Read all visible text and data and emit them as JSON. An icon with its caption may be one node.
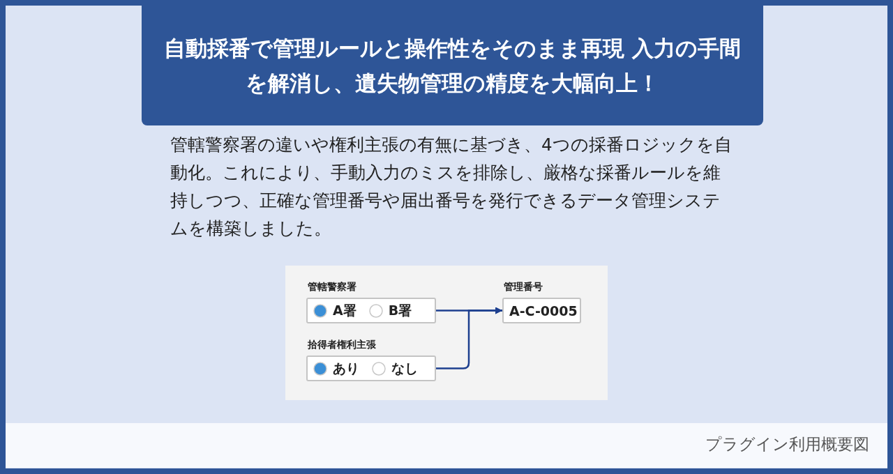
{
  "diagram": {
    "title": "自動採番で管理ルールと操作性をそのまま再現 入力の手間を解消し、遺失物管理の精度を大幅向上！",
    "caption": "プラグイン利用概要図",
    "nodes": [
      {
        "text": [
          "管轄警察署",
          "A署",
          "B署"
        ]
      },
      {
        "text": [
          "拾得者権利主張",
          "あり",
          "なし"
        ]
      },
      {
        "text": [
          "管理番号",
          "A-C-0005"
        ]
      }
    ],
    "edges": [
      {
        "from": 0,
        "to": 2,
        "arrow": "to"
      },
      {
        "from": 1,
        "to": 2,
        "arrow": "to"
      }
    ],
    "labels": [
      "管轄警察署の違いや権利主張の有無に基づき、4つの採番ロジックを自動化。これにより、手動入力のミスを排除し、厳格な採番ルールを維持しつつ、正確な管理番号や届出番号を発行できるデータ管理システムを構築しました。"
    ]
  }
}
